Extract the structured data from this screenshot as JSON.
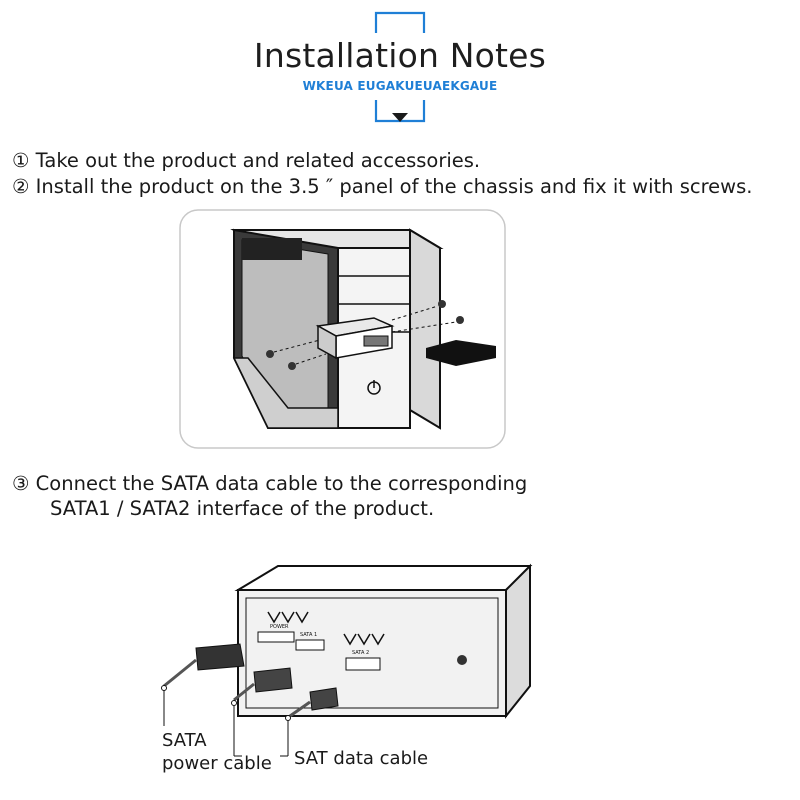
{
  "header": {
    "title": "Installation Notes",
    "subtitle": "WKEUA EUGAKUEUAEKGAUE",
    "accent_color": "#1f7fd6"
  },
  "steps": {
    "step1": "① Take out the product and related accessories.",
    "step2": "② Install the product on the 3.5 ″  panel of the chassis and fix it with screws.",
    "step3_line1": "③ Connect the SATA data cable to the corresponding",
    "step3_line2": "SATA1 / SATA2 interface of the product."
  },
  "diagram2": {
    "port_power": "POWER",
    "port_sata1": "SATA 1",
    "port_sata2": "SATA 2",
    "label_power_line1": "SATA",
    "label_power_line2": "power cable",
    "label_data": "SAT data cable"
  }
}
